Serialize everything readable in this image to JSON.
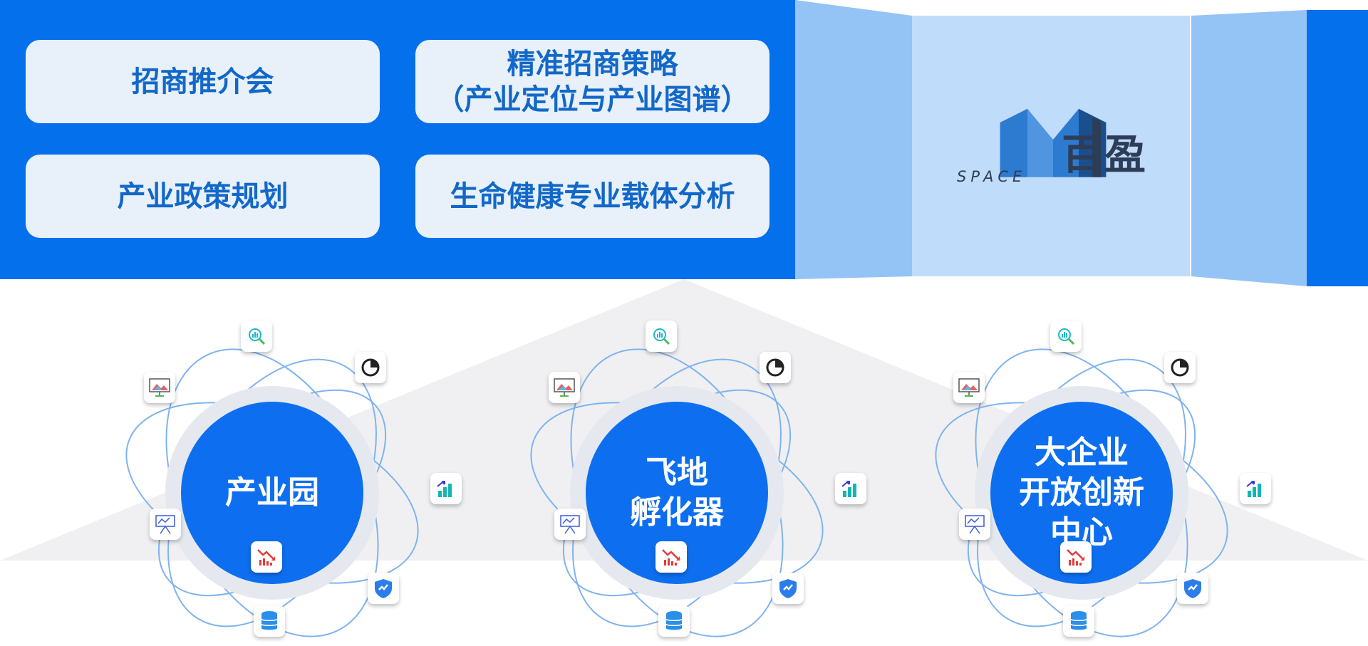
{
  "cards": [
    {
      "lines": [
        "招商推介会"
      ]
    },
    {
      "lines": [
        "精准招商策略",
        "（产业定位与产业图谱）"
      ]
    },
    {
      "lines": [
        "产业政策规划"
      ]
    },
    {
      "lines": [
        "生命健康专业载体分析"
      ]
    }
  ],
  "brand": {
    "name": "百盈",
    "sub": "SPACE",
    "logo_icon": "m-building-logo-icon"
  },
  "clusters": [
    {
      "lines": [
        "产业园"
      ]
    },
    {
      "lines": [
        "飞地",
        "孵化器"
      ]
    },
    {
      "lines": [
        "大企业",
        "开放创新",
        "中心"
      ]
    }
  ],
  "icons": [
    "search-chart-icon",
    "pie-chart-icon",
    "presentation-board-icon",
    "bar-chart-up-icon",
    "whiteboard-icon",
    "decline-chart-icon",
    "shield-check-icon",
    "database-icon"
  ],
  "colors": {
    "primary_blue": "#0470ec",
    "card_bg": "#e8f0fa",
    "card_text": "#1268c8",
    "panel_light": "#bfdcfa",
    "panel_mid": "#94c3f6",
    "circle": "#0d6ff0"
  }
}
